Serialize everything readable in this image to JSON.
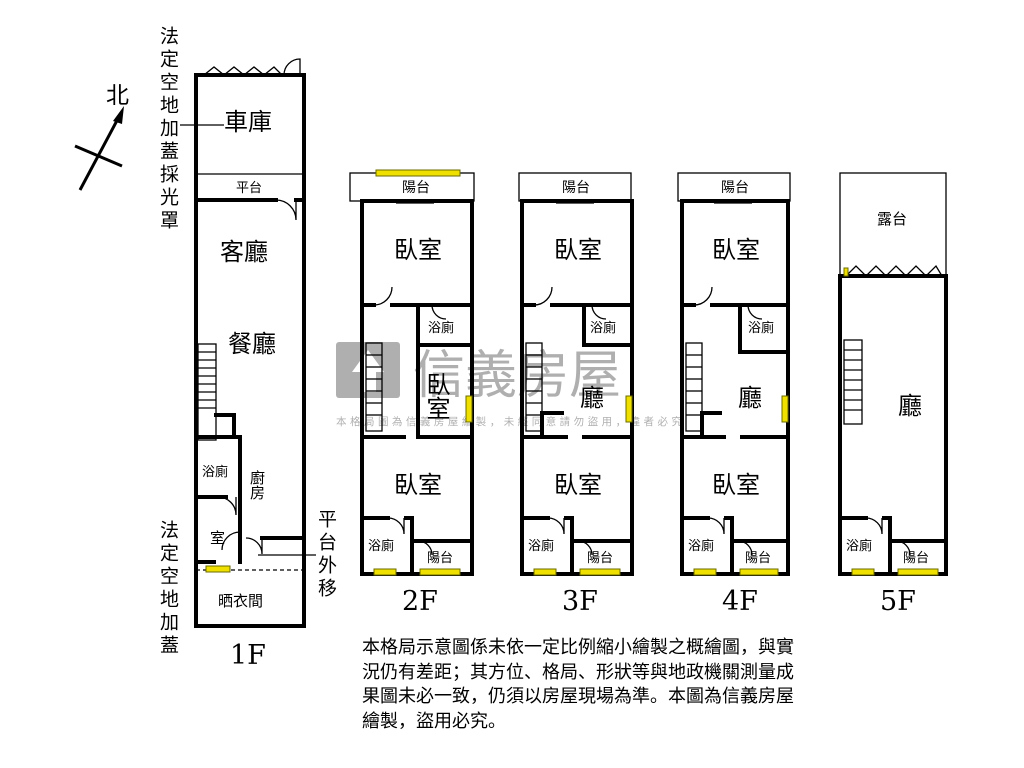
{
  "compass": {
    "label": "北"
  },
  "side_notes": {
    "top": "法定空地加蓋採光罩",
    "bottom": "法定空地加蓋",
    "platform_shift": "平台外移"
  },
  "floors": [
    {
      "id": "1F",
      "label": "1F",
      "rooms": {
        "garage": "車庫",
        "platform": "平台",
        "living": "客廳",
        "dining": "餐廳",
        "kitchen": "廚房",
        "bath": "浴廁",
        "room": "室",
        "laundry": "晒衣間"
      }
    },
    {
      "id": "2F",
      "label": "2F",
      "rooms": {
        "balcony_n": "陽台",
        "bedroom_n": "臥室",
        "bath_mid": "浴廁",
        "bedroom_mid": "臥室",
        "bedroom_s": "臥室",
        "bath_s": "浴廁",
        "balcony_s": "陽台"
      }
    },
    {
      "id": "3F",
      "label": "3F",
      "rooms": {
        "balcony_n": "陽台",
        "bedroom_n": "臥室",
        "bath_mid": "浴廁",
        "hall": "廳",
        "bedroom_s": "臥室",
        "bath_s": "浴廁",
        "balcony_s": "陽台"
      }
    },
    {
      "id": "4F",
      "label": "4F",
      "rooms": {
        "balcony_n": "陽台",
        "bedroom_n": "臥室",
        "bath_mid": "浴廁",
        "hall": "廳",
        "bedroom_s": "臥室",
        "bath_s": "浴廁",
        "balcony_s": "陽台"
      }
    },
    {
      "id": "5F",
      "label": "5F",
      "rooms": {
        "terrace": "露台",
        "hall": "廳",
        "bath_s": "浴廁",
        "balcony_s": "陽台"
      }
    }
  ],
  "watermark": {
    "logo": "信義房屋",
    "tagline": "本格局圖為信義房屋繪製，未經同意請勿盜用，違者必究"
  },
  "disclaimer": "本格局示意圖係未依一定比例縮小繪製之概繪圖，與實況仍有差距；其方位、格局、形狀等與地政機關測量成果圖未必一致，仍須以房屋現場為準。本圖為信義房屋繪製，盜用必究。",
  "colors": {
    "wall": "#000000",
    "window": "#f0e000",
    "watermark": "#6f6f6f"
  }
}
